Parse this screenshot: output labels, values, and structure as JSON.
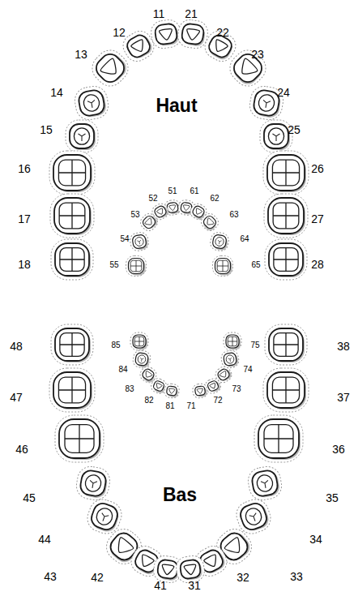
{
  "diagram": {
    "labels": [
      "11",
      "21",
      "12",
      "22",
      "13",
      "23",
      "14",
      "24",
      "Haut",
      "15",
      "25",
      "16",
      "26",
      "51",
      "61",
      "52",
      "62",
      "53",
      "63",
      "17",
      "27",
      "54",
      "64",
      "18",
      "28",
      "55",
      "65",
      "48",
      "38",
      "85",
      "75",
      "84",
      "74",
      "47",
      "37",
      "83",
      "73",
      "82",
      "72",
      "81",
      "71",
      "46",
      "36",
      "45",
      "35",
      "Bas",
      "44",
      "34",
      "43",
      "42",
      "41",
      "31",
      "32",
      "33"
    ]
  }
}
